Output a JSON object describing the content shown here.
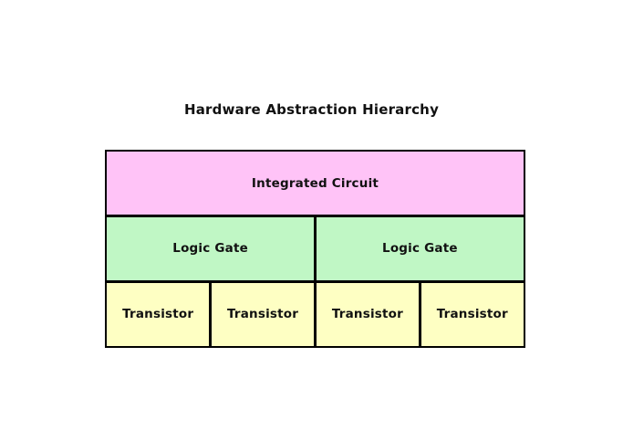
{
  "title": "Hardware Abstraction Hierarchy",
  "colors": {
    "integrated_circuit_fill": "#ffc3f7",
    "logic_gate_fill": "#c0f7c5",
    "transistor_fill": "#feffc3",
    "border": "#000000",
    "text": "#111111",
    "page_background": "#ffffff"
  },
  "hierarchy": {
    "level1": {
      "label": "Integrated Circuit"
    },
    "level2": [
      {
        "label": "Logic Gate"
      },
      {
        "label": "Logic Gate"
      }
    ],
    "level3": [
      {
        "label": "Transistor"
      },
      {
        "label": "Transistor"
      },
      {
        "label": "Transistor"
      },
      {
        "label": "Transistor"
      }
    ]
  }
}
